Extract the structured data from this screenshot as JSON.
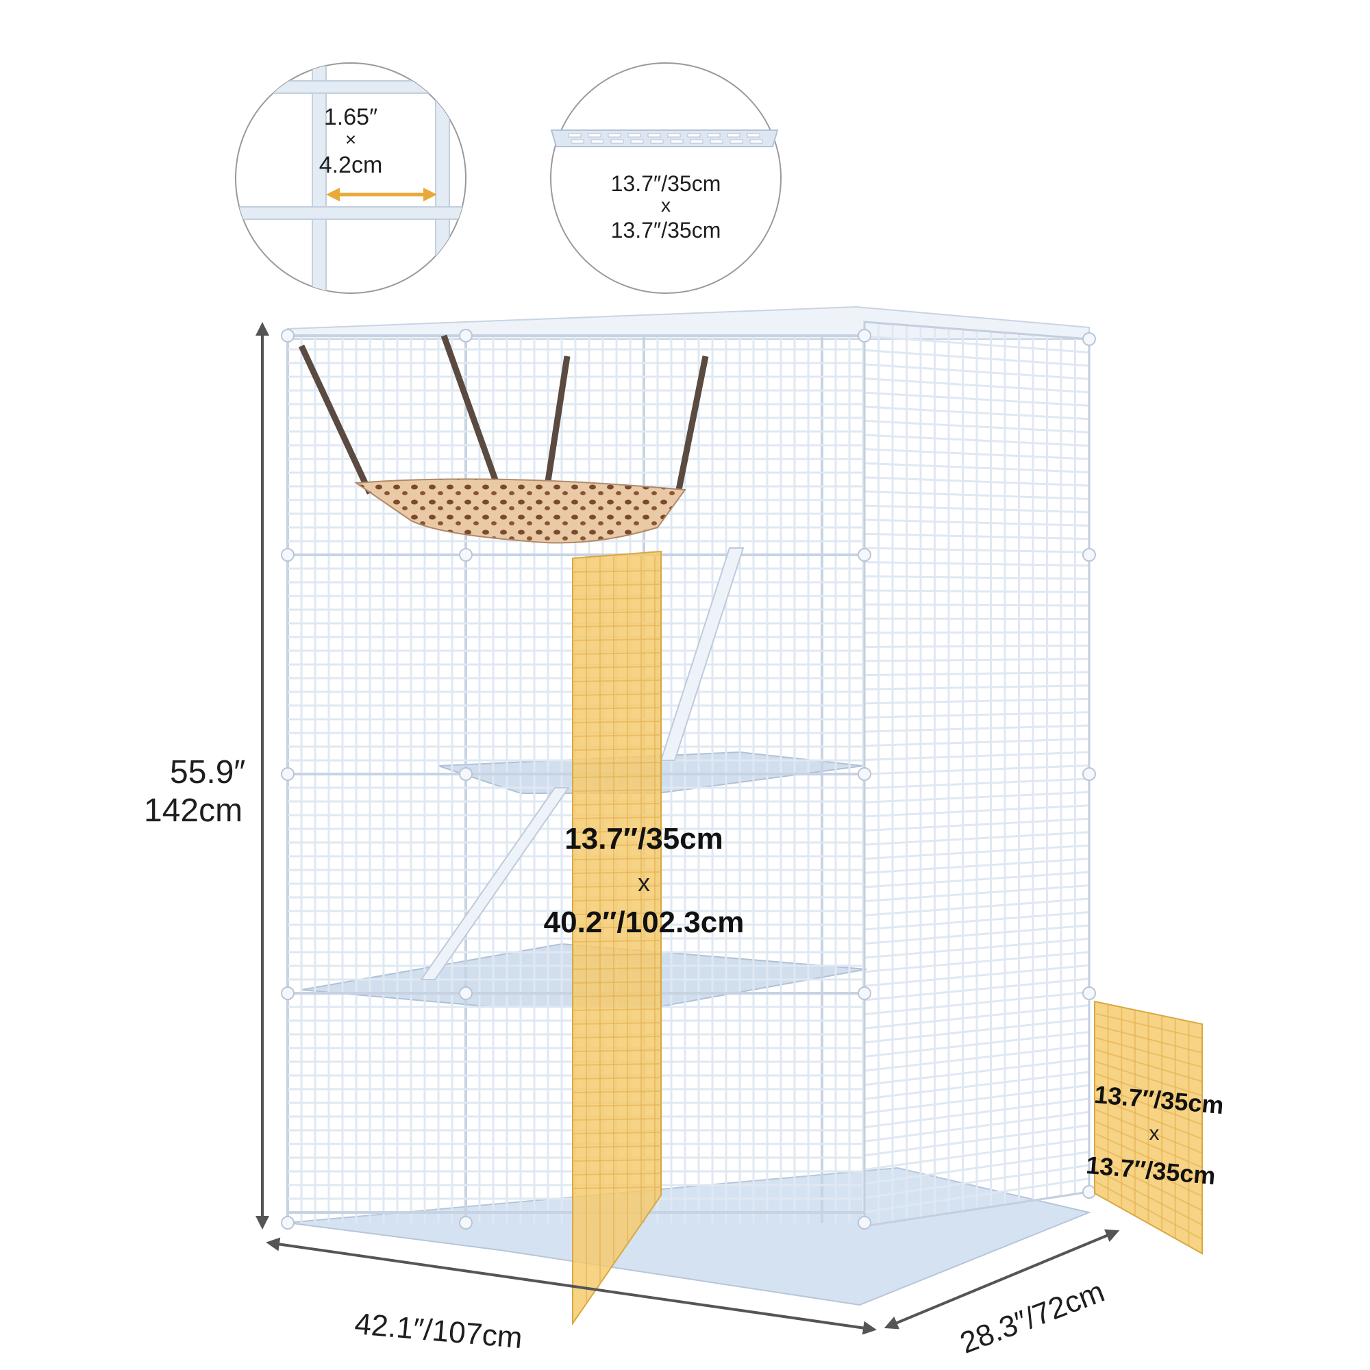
{
  "colors": {
    "wire": "#dfe8f3",
    "wire_dark": "#c7d3e2",
    "panel": "#c9d9ec",
    "door": "#f5c96a",
    "arrow": "#555555",
    "mesh_arrow": "#e8a93a",
    "strap": "#5a4a40",
    "hammock": "#cfa07a"
  },
  "mesh_detail": {
    "dim_inch": "1.65″",
    "times": "×",
    "dim_cm": "4.2cm"
  },
  "shelf_detail": {
    "dim_1": "13.7″/35cm",
    "times": "x",
    "dim_2": "13.7″/35cm"
  },
  "height": {
    "inch": "55.9″",
    "cm": "142cm"
  },
  "front_door": {
    "dim_1": "13.7″/35cm",
    "times": "x",
    "dim_2": "40.2″/102.3cm"
  },
  "side_door": {
    "dim_1": "13.7″/35cm",
    "times": "x",
    "dim_2": "13.7″/35cm"
  },
  "width": {
    "label": "42.1″/107cm"
  },
  "depth": {
    "label": "28.3″/72cm"
  }
}
